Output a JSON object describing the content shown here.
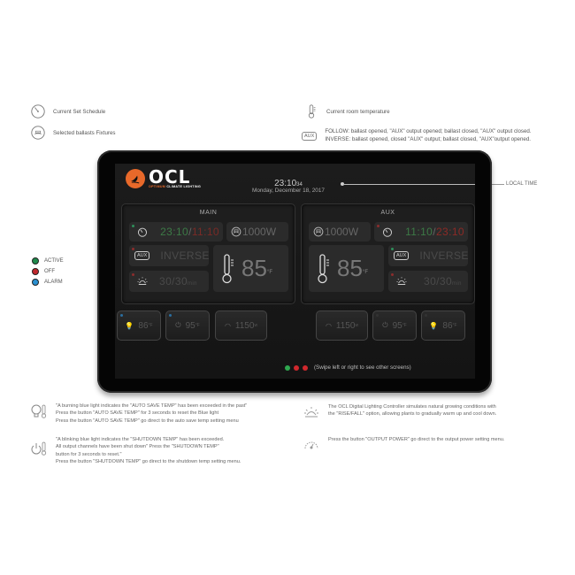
{
  "legend": {
    "schedule": {
      "icon": "timer-icon",
      "label": "Current Set Schedule"
    },
    "fixtures": {
      "icon": "ballast-fixture-icon",
      "label": "Selected ballasts Fixtures"
    },
    "room_temp": {
      "icon": "thermometer-icon",
      "label": "Current room temperature"
    },
    "aux_mode": {
      "tag": "AUX",
      "line1": "FOLLOW: ballast opened, \"AUX\" output opened; ballast closed, \"AUX\" output closed.",
      "line2": "INVERSE: ballast opened, closed \"AUX\" output; ballast closed, \"AUX\"output opened."
    }
  },
  "status_legend": [
    {
      "label": "ACTIVE",
      "color": "#1f8a4c"
    },
    {
      "label": "OFF",
      "color": "#c0282d"
    },
    {
      "label": "ALARM",
      "color": "#2a8fd0"
    }
  ],
  "local_time_label": "LOCAL TIME",
  "screen": {
    "logo": {
      "main": "OCL",
      "sub_accent": "OPTIMUM",
      "sub_rest": " CLIMATE LIGHTING",
      "accent_color": "#e8692a"
    },
    "clock": {
      "time": "23:10",
      "seconds": "34",
      "date": "Monday, December 18, 2017"
    },
    "main": {
      "title": "MAIN",
      "schedule_on": "23:10",
      "schedule_sep": "/",
      "schedule_off": "11:10",
      "power": "1000W",
      "aux_mode": "INVERSE",
      "aux_tag": "AUX",
      "rise_fall": "30/30",
      "rise_fall_unit": "min",
      "temp": "85",
      "temp_unit": "°F"
    },
    "aux": {
      "title": "AUX",
      "schedule_on": "11:10",
      "schedule_sep": "/",
      "schedule_off": "23:10",
      "power": "1000W",
      "aux_mode": "INVERSE",
      "aux_tag": "AUX",
      "rise_fall": "30/30",
      "rise_fall_unit": "min",
      "temp": "85",
      "temp_unit": "°F"
    },
    "buttons_left": [
      {
        "name": "auto-save-temp-button",
        "value": "86",
        "unit": "°F"
      },
      {
        "name": "shutdown-temp-button",
        "value": "95",
        "unit": "°F"
      },
      {
        "name": "output-power-button",
        "value": "1150",
        "unit": "w"
      }
    ],
    "buttons_right": [
      {
        "name": "output-power-button",
        "value": "1150",
        "unit": "w"
      },
      {
        "name": "shutdown-temp-button",
        "value": "95",
        "unit": "°F"
      },
      {
        "name": "auto-save-temp-button",
        "value": "86",
        "unit": "°F"
      }
    ],
    "pager": {
      "dots": [
        "#2fa84f",
        "#d0282d",
        "#d0282d"
      ],
      "hint": "(Swipe left or right to see other screens)"
    }
  },
  "notes": {
    "auto_save": {
      "l1": "\"A burning blue light indicates the \"AUTO SAVE TEMP\" has been exceeded in the past\"",
      "l2": "Press the button \"AUTO SAVE TEMP\" for 3 seconds to reset the Blue light",
      "l3": "Press the button \"AUTO SAVE TEMP\" go direct to the auto save temp setting menu"
    },
    "shutdown": {
      "l1": "\"A blinking blue light indicates the \"SHUTDOWN TEMP\" has been exceeded.",
      "l2": "All output channels have been shut down\" Press the \"SHUTDOWN TEMP\"",
      "l3": "button for 3 seconds to reset.\"",
      "l4": "Press the button \"SHUTDOWN TEMP\" go direct to the shutdown temp setting menu."
    },
    "rise_fall": {
      "l1": "The OCL Digital Lighting Controller simulates natural growing conditions with",
      "l2": "the \"RISE/FALL\" option, allowing plants to gradually warm up and cool down."
    },
    "output_power": {
      "l1": "Press the button \"OUTPUT POWER\" go direct to the output power setting menu."
    }
  }
}
